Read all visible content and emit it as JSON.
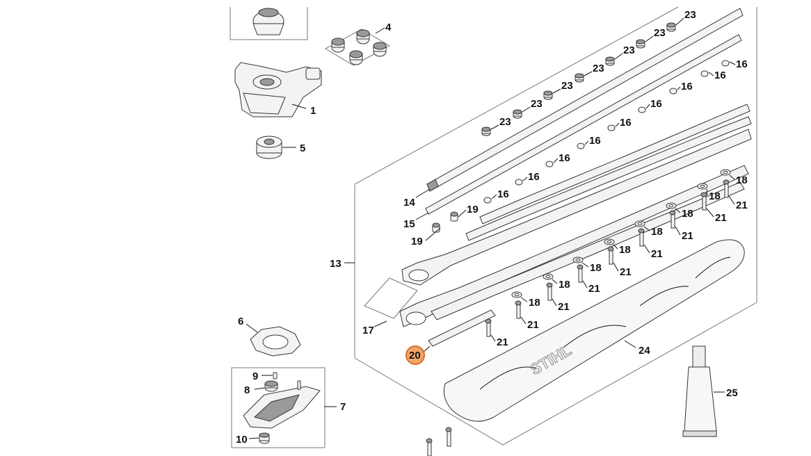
{
  "callouts": {
    "p1": "1",
    "p4": "4",
    "p5": "5",
    "p6": "6",
    "p7": "7",
    "p8": "8",
    "p9": "9",
    "p10": "10",
    "p13": "13",
    "p14": "14",
    "p15": "15",
    "p17": "17",
    "p20": "20",
    "p24": "24",
    "p25": "25",
    "p16": "16",
    "p18": "18",
    "p19": "19",
    "p21": "21",
    "p23": "23"
  },
  "logo_text": "STIHL",
  "highlight": {
    "label": "20",
    "color": "#f0a56b",
    "border": "#d86f2a"
  }
}
